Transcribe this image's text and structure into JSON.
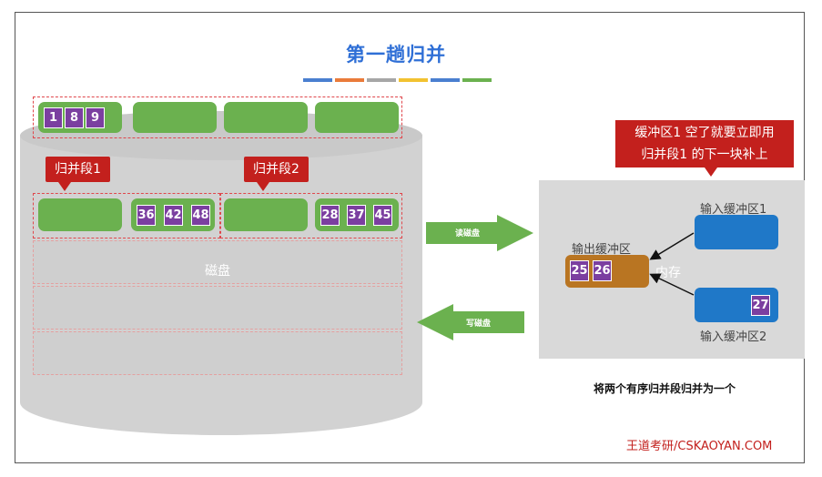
{
  "title": "第一趟归并",
  "title_bar_colors": [
    "#4a7fd0",
    "#ea7b3a",
    "#a6a6a6",
    "#f2c230",
    "#4a7fd0",
    "#6bb14f"
  ],
  "colors": {
    "green": "#6bb14f",
    "purple": "#7b3fa0",
    "red": "#c3201d",
    "blue": "#1f78c8",
    "orange": "#b97522"
  },
  "disk": {
    "label": "磁盘",
    "top_row_numbers": [
      "1",
      "8",
      "9"
    ],
    "run1_label": "归并段1",
    "run2_label": "归并段2",
    "run1_numbers": [
      "36",
      "42",
      "48"
    ],
    "run2_numbers": [
      "28",
      "37",
      "45"
    ]
  },
  "arrows": {
    "read_label": "读磁盘",
    "write_label": "写磁盘"
  },
  "memory": {
    "callout_line1": "缓冲区1 空了就要立即用",
    "callout_line2": "归并段1 的下一块补上",
    "input1_label": "输入缓冲区1",
    "input2_label": "输入缓冲区2",
    "input2_numbers": [
      "27"
    ],
    "output_label": "输出缓冲区",
    "output_numbers": [
      "25",
      "26"
    ],
    "memory_label": "内存"
  },
  "caption": "将两个有序归并段归并为一个",
  "footer": "王道考研/CSKAOYAN.COM"
}
